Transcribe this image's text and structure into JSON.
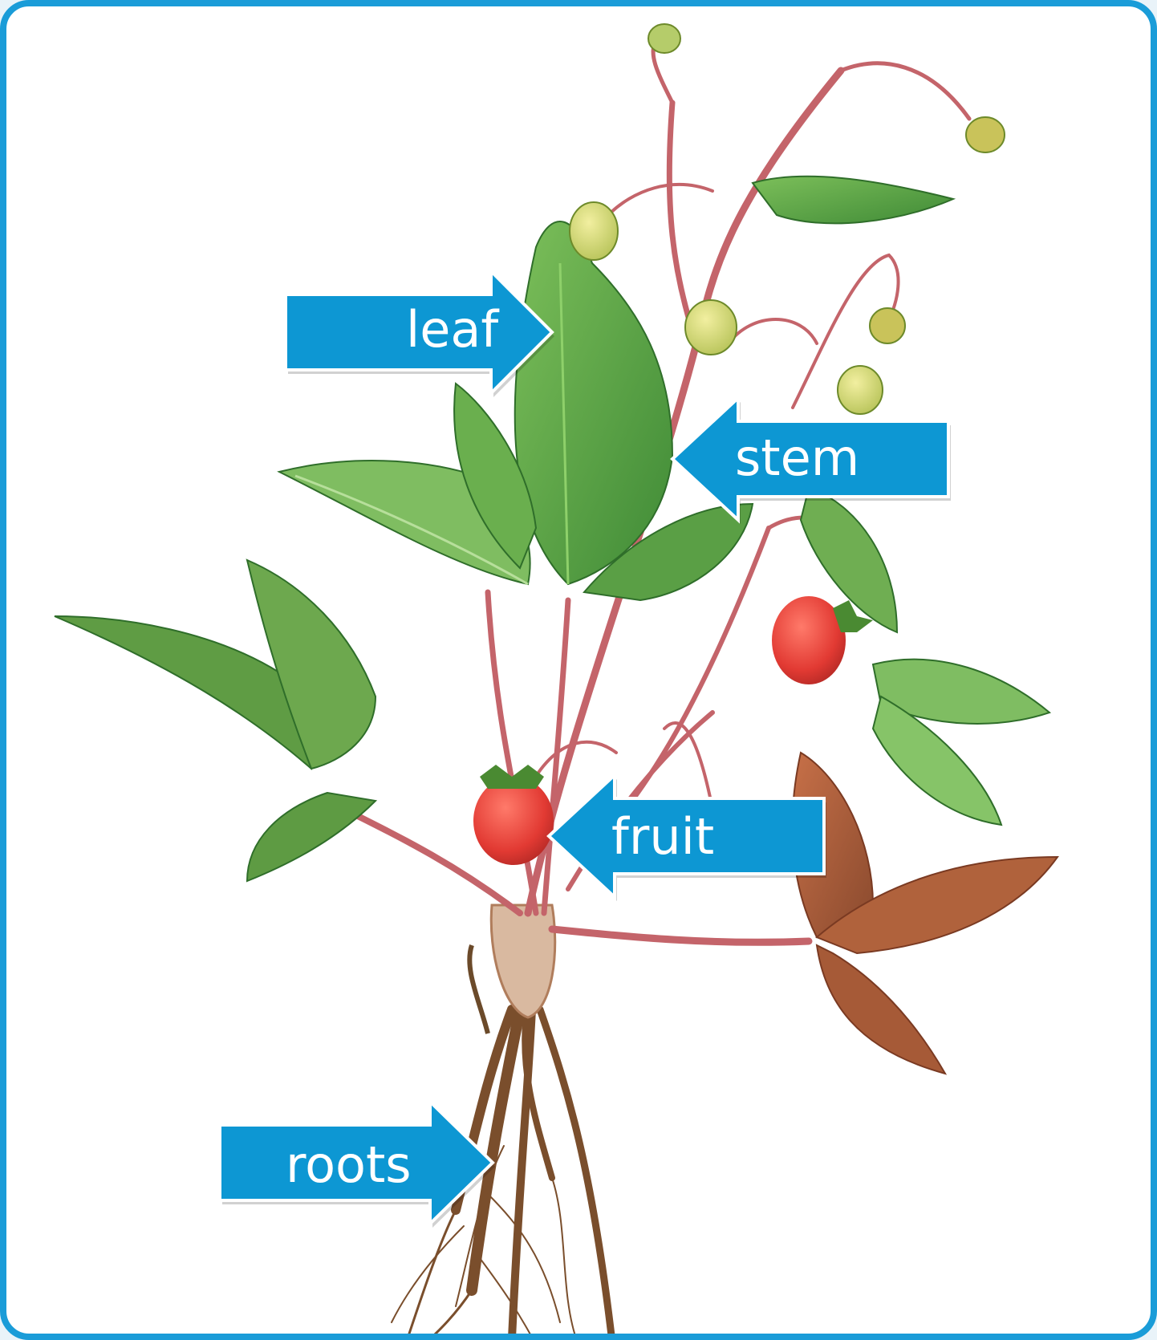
{
  "colors": {
    "frame_border": "#1a9cd8",
    "label_arrow": "#0d97d3",
    "label_text": "#ffffff",
    "leaf_green": "#5ca243",
    "leaf_red": "#a9573a",
    "stem": "#c0585c",
    "fruit": "#e8403a",
    "roots": "#8a5a35"
  },
  "labels": {
    "leaf": "leaf",
    "stem": "stem",
    "fruit": "fruit",
    "roots": "roots"
  }
}
